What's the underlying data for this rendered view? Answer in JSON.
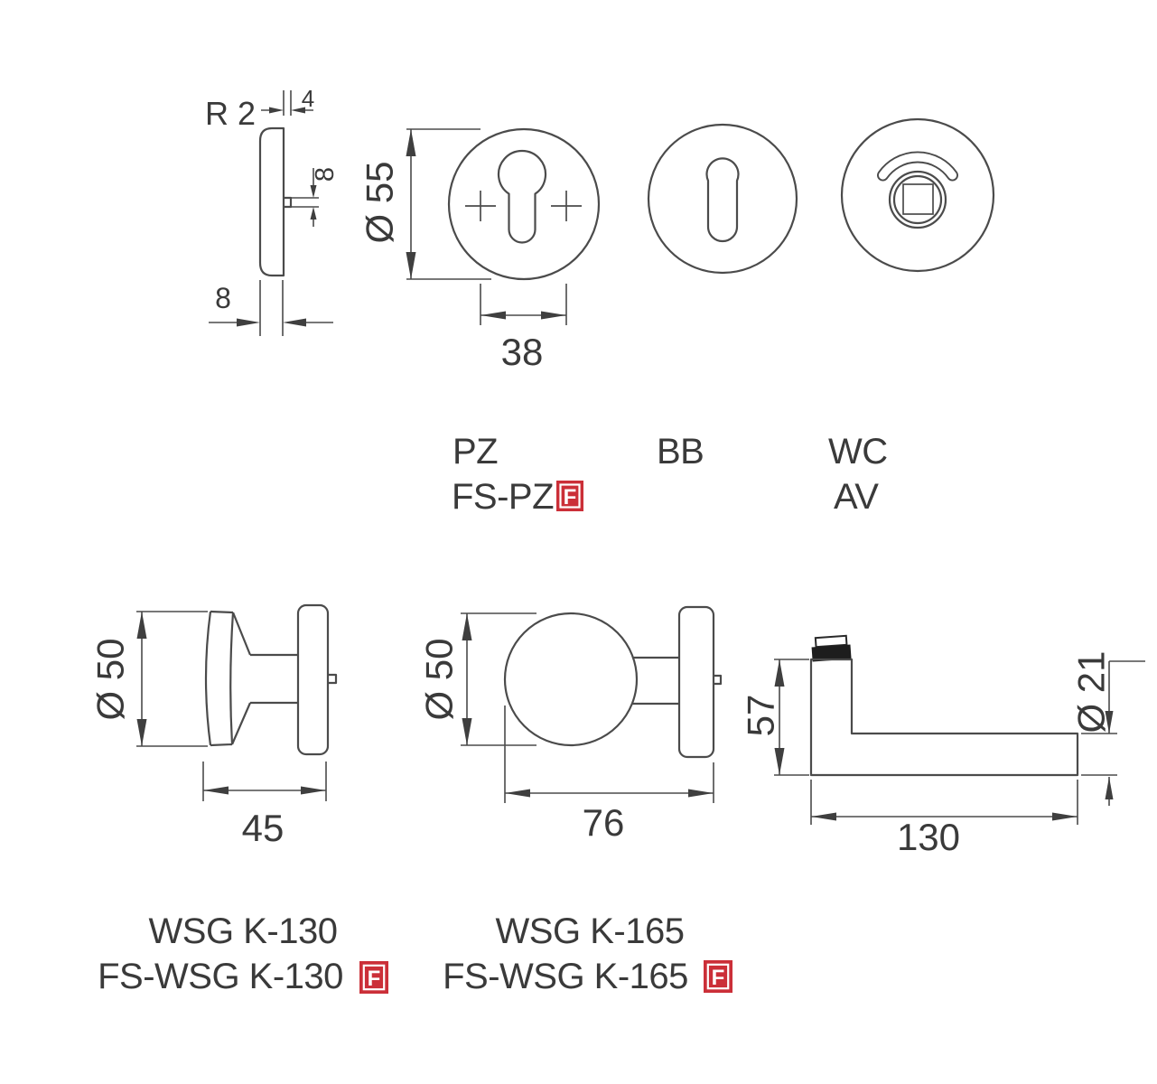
{
  "colors": {
    "line": "#4b4b4b",
    "text": "#3a3a3a",
    "badge_red": "#cb2f38",
    "badge_letter_color": "#ffffff"
  },
  "badge_letter": "F",
  "profile_view": {
    "radius": "R 2",
    "rim": "4",
    "pin": "8",
    "thickness": "8"
  },
  "pz": {
    "diameter": "Ø 55",
    "hole_spacing": "38",
    "label": "PZ",
    "fs_label": "FS-PZ"
  },
  "bb": {
    "label": "BB"
  },
  "wc": {
    "label": "WC",
    "av_label": "AV"
  },
  "k130": {
    "diameter": "Ø 50",
    "depth": "45",
    "label": "WSG K-130",
    "fs_label": "FS-WSG K-130"
  },
  "k165": {
    "diameter": "Ø 50",
    "depth": "76",
    "label": "WSG K-165",
    "fs_label": "FS-WSG K-165"
  },
  "lever": {
    "height": "57",
    "length": "130",
    "grip_diameter": "Ø 21"
  }
}
